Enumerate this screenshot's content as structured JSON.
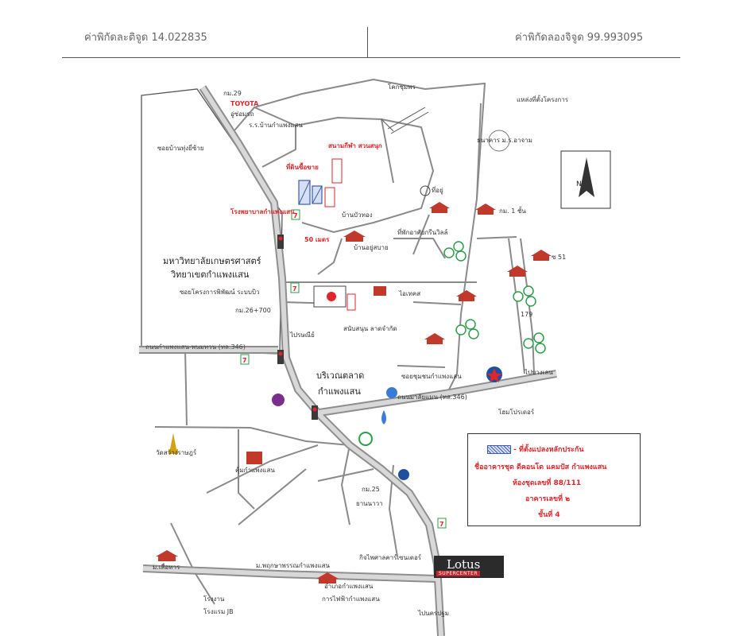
{
  "header": {
    "latitude": "ค่าพิกัดละติจูด 14.022835",
    "longitude": "ค่าพิกัดลองจิจูด 99.993095"
  },
  "labels": {
    "km29": "กม.29",
    "toyota": "TOYOTA",
    "shop_repair": "อู่ซ่อมรถ",
    "school": "ร.ร.บ้านกำแพงแสน",
    "stadium": "สนามกีฬา สวนสนุก",
    "buyer_land": "ที่ดินซื้อขาย",
    "hospital": "โรงพยาบาลกำแพงแสน",
    "soi_bonus": "ซอยบ้านทุ่งยี่ซ้าย",
    "dist_50": "50 เมตร",
    "kokchumphon": "โคกชุมพร",
    "pole": "ที่อยู่",
    "project_land": "แหล่งที่ตั้งโครงการ",
    "bank": "ธนาคาร ม.ร.อาจาม",
    "ban_buathong": "บ้านบัวทอง",
    "soi_ruamsuk": "บ้านอยู่สบาย",
    "ban_riverside": "ที่พักอาศัยกรีนวิลล์",
    "km1": "กม. 1 ชั้น",
    "soi51": "ซ 51",
    "campus_line1": "มหาวิทยาลัยเกษตรศาสตร์",
    "campus_line2": "วิทยาเขตกำแพงแสน",
    "soi_research": "ซอยโครงการพิพัฒน์ ระบบบิว",
    "km26_700": "กม.26+700",
    "post": "ไปรษณีย์",
    "khamsarn": "สนับสนุน ลาดจำกัด",
    "lotus_express": "ไอเทคส",
    "num179": "179",
    "road346": "ถนนกำแพงแสน-พนมทวน (ทล.346)",
    "market_line1": "บริเวณตลาด",
    "market_line2": "กำแพงแสน",
    "soi_ban": "ซอยชุมชนกำแพงแสน",
    "road_right": "ไปบางเลน",
    "road_lower": "ถนนมาลัยแมน (ทล.346)",
    "homepro": "โฮมโปรเดอร์",
    "wat": "วัดสว่างราษฎร์",
    "condo": "คุ้มกำแพงแสน",
    "km25": "กม.25",
    "market_bank": "ยานนาวา",
    "meiko": "ม.เสื่อทาร",
    "park": "ม.พฤกษาพรรณกำแพงแสน",
    "kijcharoen": "กิจไพศาลคาร์เซนเตอร์",
    "district": "อำเภอกำแพงแสน",
    "gov_office": "การไฟฟ้ากำแพงแสน",
    "factory": "โรงงาน",
    "factory_jb": "โรงแรม JB",
    "to_bangkok": "ไปนครปฐม",
    "north": "N"
  },
  "lotus": {
    "name": "Lotus",
    "sub": "SUPERCENTER"
  },
  "legend": {
    "row1": "- ที่ตั้งแปลงหลักประกัน",
    "row2": "ชื่ออาคารชุด ดีคอนโด แคมปัส กำแพงแสน",
    "row3": "ห้องชุดเลขที่ 88/111",
    "row4": "อาคารเลขที่ ๒",
    "row5": "ชั้นที่ 4"
  },
  "colors": {
    "road": "#9a9a9a",
    "road_dark": "#6d6d6d",
    "red": "#e0262a",
    "tree": "#2e9e4a",
    "house": "#c0392b"
  }
}
